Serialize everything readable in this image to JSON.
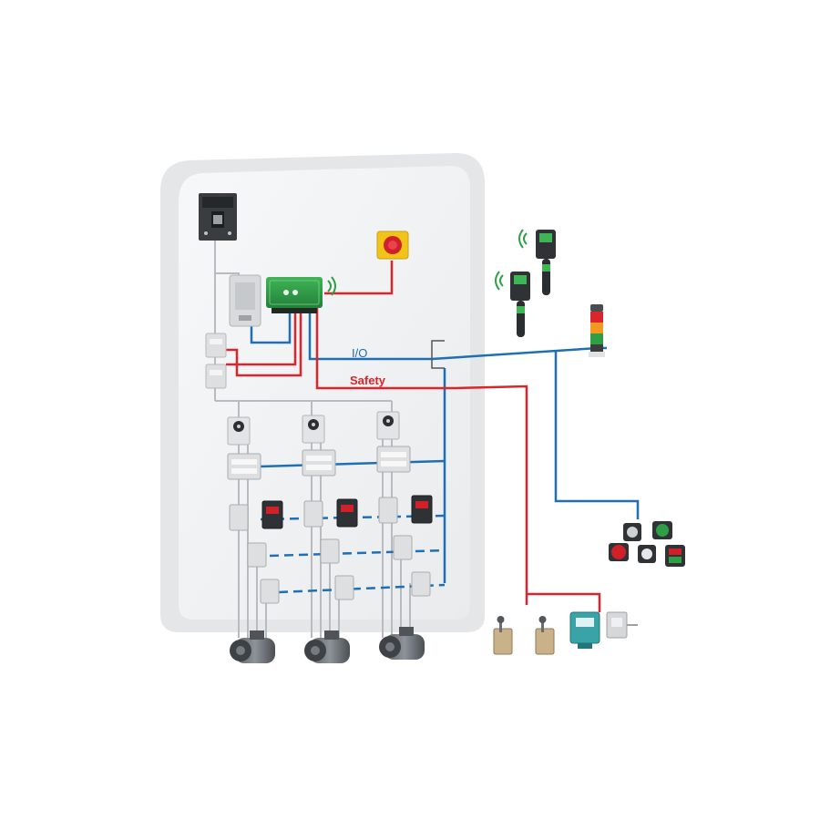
{
  "diagram": {
    "labels": {
      "io": "I/O",
      "safety": "Safety"
    },
    "colors": {
      "io_line": "#1f6fb5",
      "safety_line": "#d9252b",
      "power_line": "#b9bcbf",
      "panel_face": "#f3f4f5",
      "panel_edge": "#e2e4e6",
      "device_green": "#2f9e44",
      "contactor_body": "#dedfe0",
      "emergency_red": "#d0202a",
      "emergency_yellow": "#f2c318"
    },
    "components": {
      "panel": "control-cabinet",
      "breaker": "main-circuit-breaker",
      "power_supply": "din-rail-power-supply",
      "wireless_receiver": "wireless-safety-receiver",
      "emergency_stop": "emergency-stop-box",
      "relays": "safety-relay-modules",
      "motor_starters": "motor-circuit-breakers",
      "contactors": "contactor-banks",
      "motors": "induction-motors",
      "pendants": "wireless-pendant-stations",
      "tower_light": "signal-tower-light",
      "push_buttons": "pushbutton-pilot-lights",
      "limit_switches": "limit-switches",
      "safety_switch": "interlock-safety-switch",
      "load_cell": "load-cell-sensor"
    }
  }
}
